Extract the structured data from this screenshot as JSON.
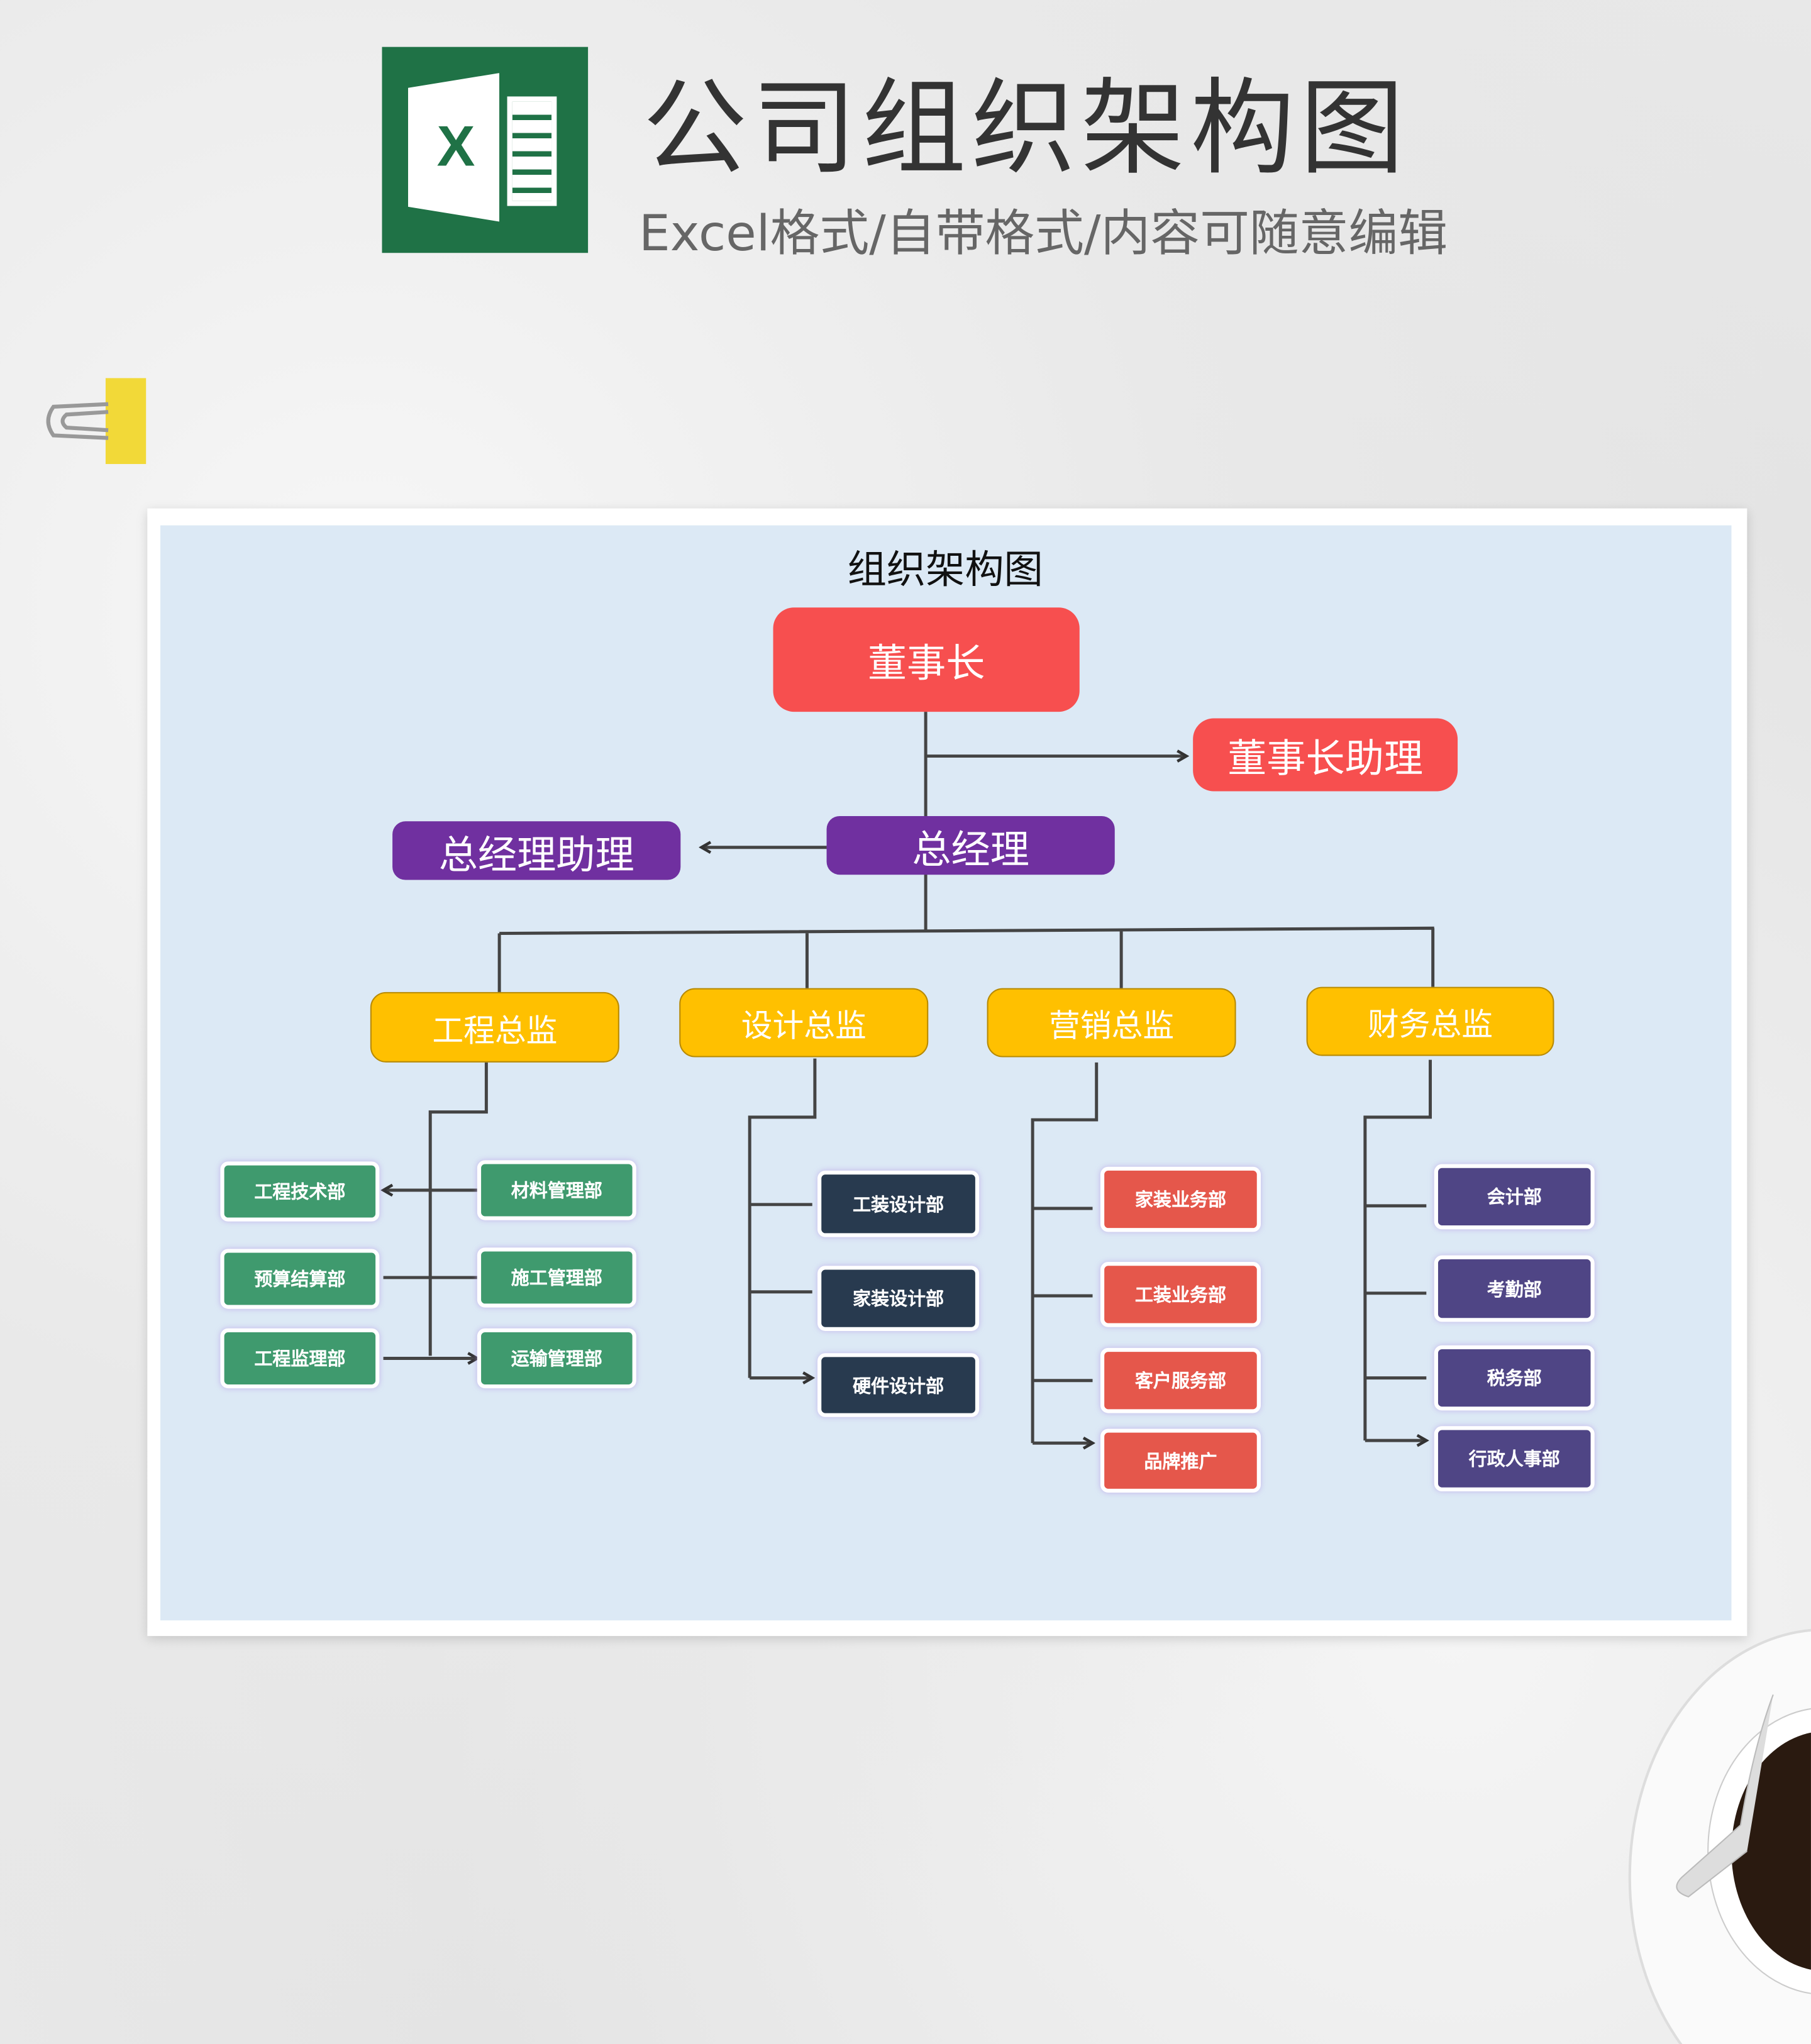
{
  "header": {
    "title": "公司组织架构图",
    "subtitle": "Excel格式/自带格式/内容可随意编辑",
    "logo_letter": "X"
  },
  "chart": {
    "title": "组织架构图",
    "chairman": "董事长",
    "chairman_assistant": "董事长助理",
    "general_manager": "总经理",
    "gm_assistant": "总经理助理",
    "directors": [
      "工程总监",
      "设计总监",
      "营销总监",
      "财务总监"
    ],
    "engineering_left": [
      "工程技术部",
      "预算结算部",
      "工程监理部"
    ],
    "engineering_right": [
      "材料管理部",
      "施工管理部",
      "运输管理部"
    ],
    "design": [
      "工装设计部",
      "家装设计部",
      "硬件设计部"
    ],
    "marketing": [
      "家装业务部",
      "工装业务部",
      "客户服务部",
      "品牌推广"
    ],
    "finance": [
      "会计部",
      "考勤部",
      "税务部",
      "行政人事部"
    ]
  },
  "colors": {
    "red": "#f74f4f",
    "purple": "#7030a0",
    "yellow": "#ffc000",
    "green": "#3f9a6e",
    "navy": "#283a4f",
    "coral": "#e5574b",
    "indigo": "#4f4585",
    "panel": "#dce9f5"
  }
}
